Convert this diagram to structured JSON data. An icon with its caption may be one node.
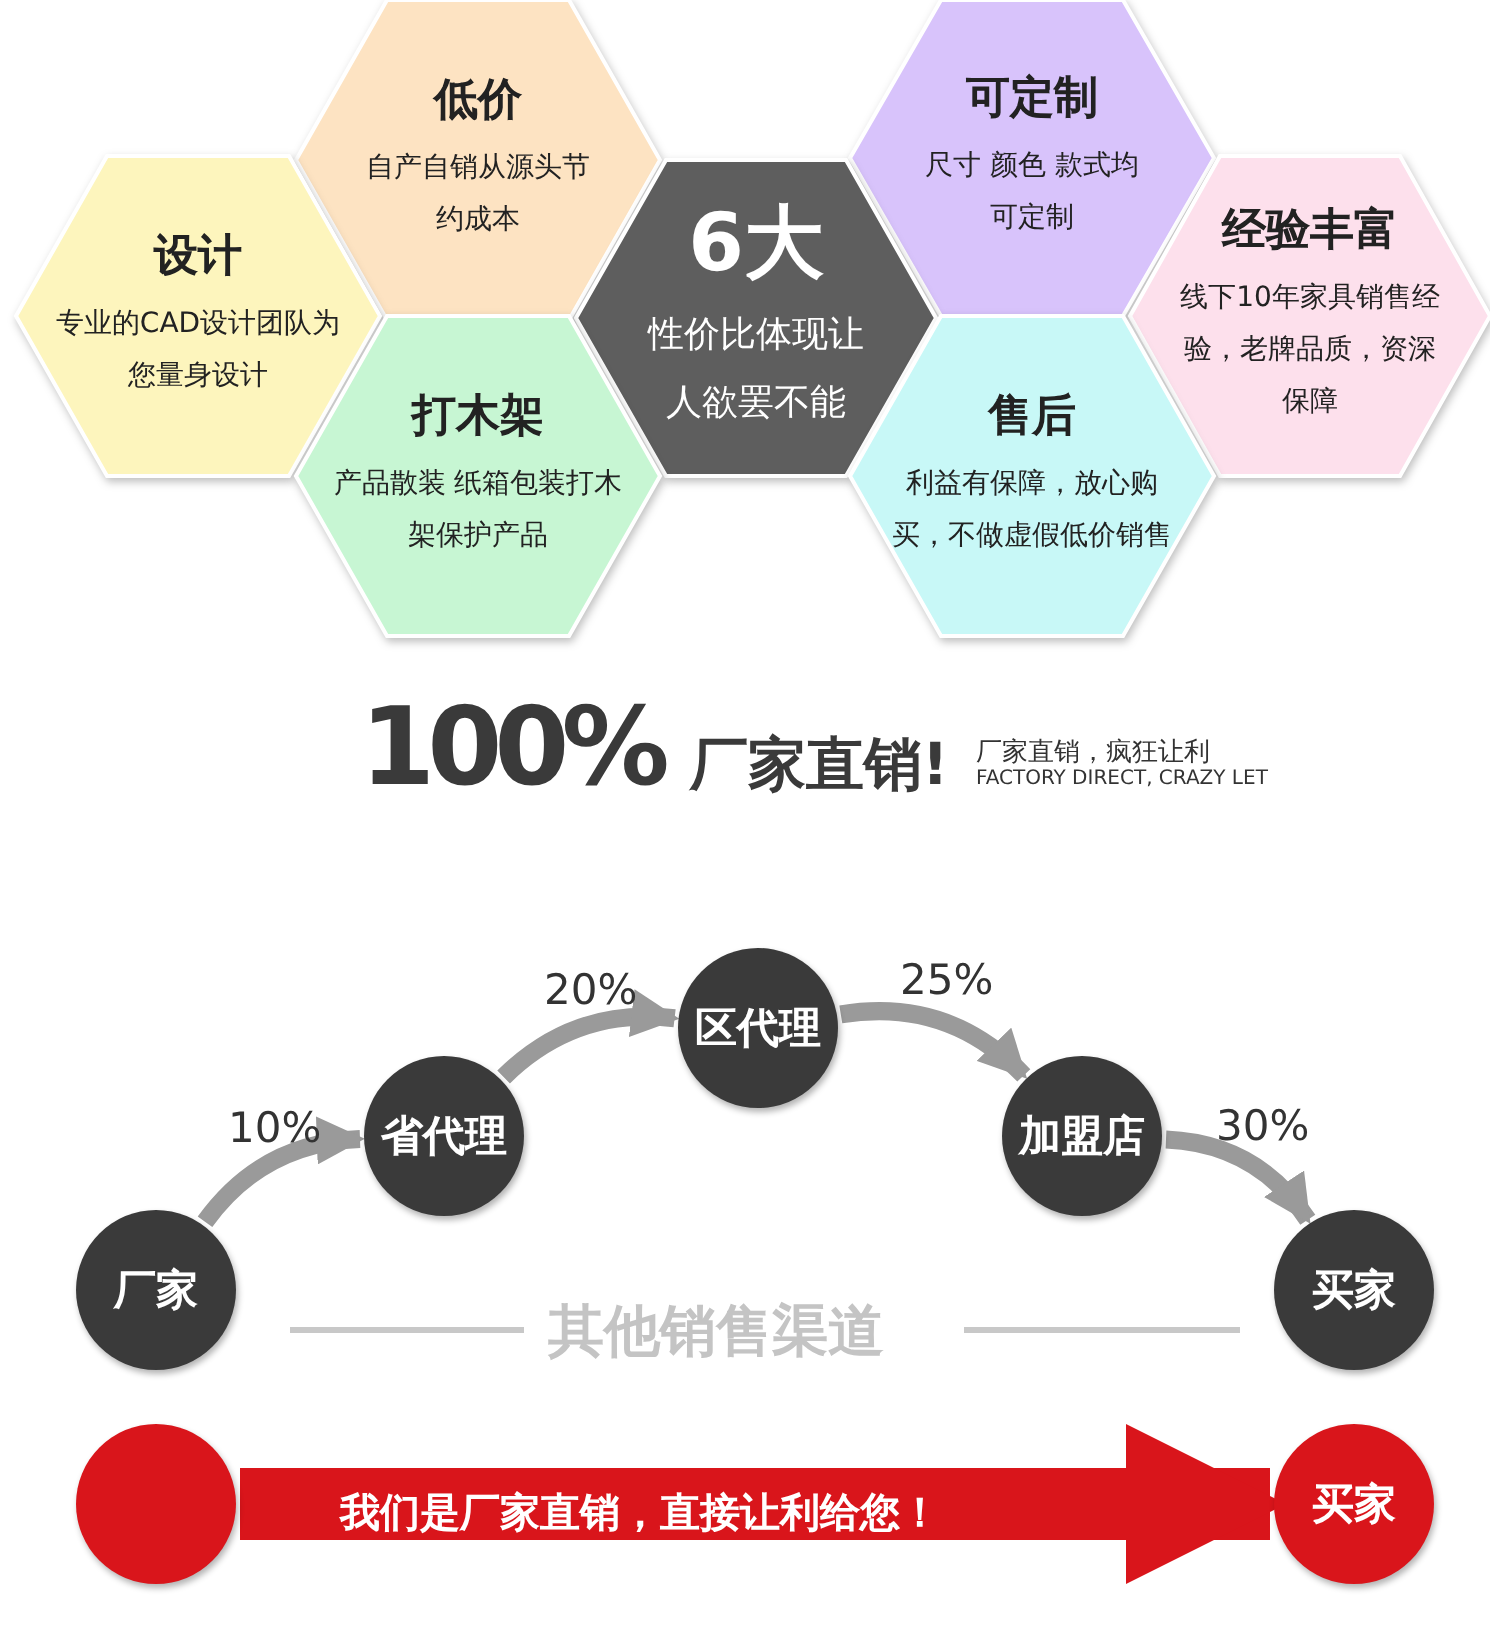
{
  "diagram": {
    "nodes": [
      {
        "text": [
          "低价",
          "自产自销从源头节约成本"
        ]
      },
      {
        "text": [
          "可定制",
          "尺寸 颜色 款式均可定制"
        ]
      },
      {
        "text": [
          "设计",
          "专业的CAD设计团队为您量身设计"
        ]
      },
      {
        "text": [
          "6大",
          "性价比体现让人欲罢不能"
        ]
      },
      {
        "text": [
          "经验丰富",
          "线下10年家具销售经验，老牌品质，资深保障"
        ]
      },
      {
        "text": [
          "打木架",
          "产品散装 纸箱包装打木架保护产品"
        ]
      },
      {
        "text": [
          "售后",
          "利益有保障，放心购买，不做虚假低价销售"
        ]
      },
      {
        "text": [
          "厂家"
        ]
      },
      {
        "text": [
          "省代理"
        ]
      },
      {
        "text": [
          "区代理"
        ]
      },
      {
        "text": [
          "加盟店"
        ]
      },
      {
        "text": [
          "买家"
        ]
      },
      {
        "text": [],
        "shape": "circle"
      },
      {
        "text": [
          "买家"
        ]
      }
    ],
    "edges": [
      {
        "from": 7,
        "to": 8,
        "arrow": "to",
        "label": "10%"
      },
      {
        "from": 8,
        "to": 9,
        "arrow": "to",
        "label": "20%"
      },
      {
        "from": 9,
        "to": 10,
        "arrow": "to",
        "label": "25%"
      },
      {
        "from": 10,
        "to": 11,
        "arrow": "to",
        "label": "30%"
      },
      {
        "from": 12,
        "to": 13,
        "arrow": "to",
        "label": "我们是厂家直销，直接让利给您！",
        "style": "thick",
        "color": "#d9151b"
      }
    ],
    "labels": [
      "100%",
      "厂家直销!",
      "厂家直销，疯狂让利",
      "FACTORY DIRECT, CRAZY LET",
      "其他销售渠道"
    ]
  }
}
